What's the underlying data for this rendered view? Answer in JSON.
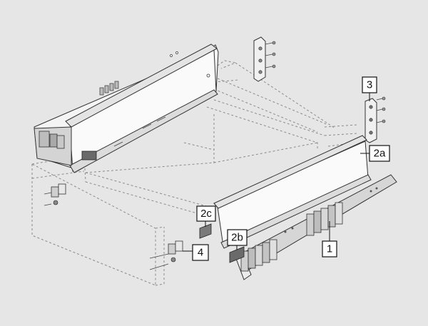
{
  "diagram": {
    "background_color": "#e6e6e6",
    "part_fill_color": "#f4f4f4",
    "part_shade_color": "#cfcfcf",
    "dark_part_color": "#6a6a6a",
    "callouts": [
      {
        "id": "3",
        "label": "3"
      },
      {
        "id": "2a",
        "label": "2a"
      },
      {
        "id": "2c",
        "label": "2c"
      },
      {
        "id": "2b",
        "label": "2b"
      },
      {
        "id": "1",
        "label": "1"
      },
      {
        "id": "4",
        "label": "4"
      }
    ]
  }
}
